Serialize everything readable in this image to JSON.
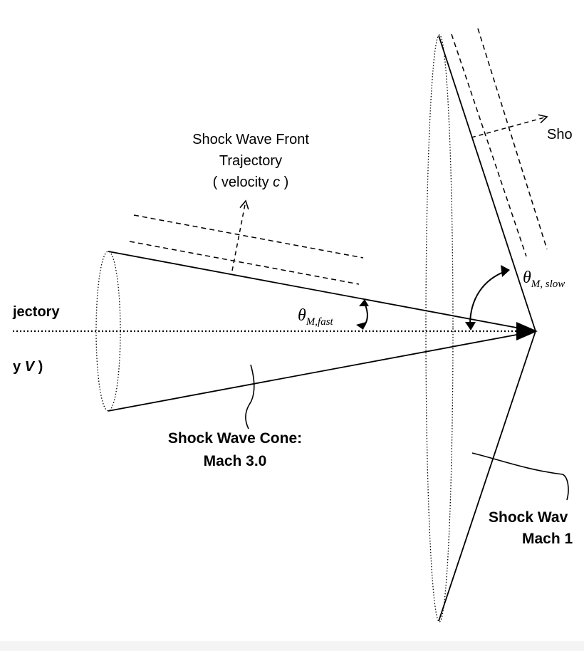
{
  "front_label": {
    "line1": "Shock Wave Front",
    "line2": "Trajectory",
    "line3_prefix": "( velocity ",
    "line3_var": "c",
    "line3_suffix": " )"
  },
  "right_front_label": "Sho",
  "trajectory_label": "jectory",
  "velocity_label": {
    "prefix": "y ",
    "var": "V",
    "suffix": " )"
  },
  "fast_angle": {
    "symbol": "θ",
    "subscript": "M,fast"
  },
  "slow_angle": {
    "symbol": "θ",
    "subscript": "M, slow"
  },
  "fast_cone_label": {
    "line1": "Shock Wave Cone:",
    "line2": "Mach 3.0"
  },
  "slow_cone_label": {
    "line1": "Shock Wav",
    "line2": "Mach 1"
  },
  "colors": {
    "ink": "#000000",
    "background": "#ffffff",
    "page_border": "#f4f4f4"
  }
}
